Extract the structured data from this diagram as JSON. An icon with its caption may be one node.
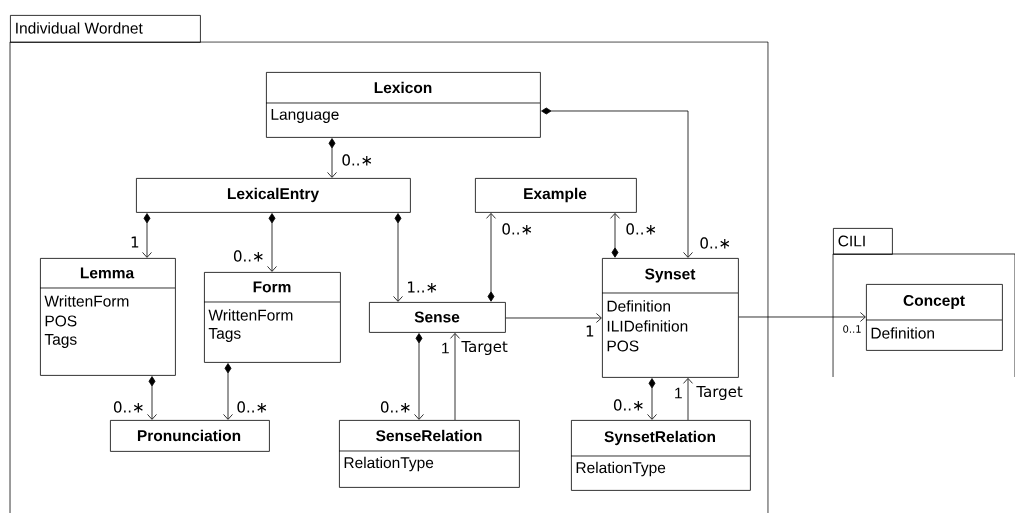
{
  "diagram": {
    "nodes": [
      {
        "text": [
          "Individual Wordnet"
        ]
      },
      {
        "text": [
          "Lexicon",
          "Language"
        ],
        "in": 0
      },
      {
        "text": [
          "LexicalEntry"
        ],
        "in": 0
      },
      {
        "text": [
          "Example"
        ],
        "in": 0
      },
      {
        "text": [
          "Lemma",
          "WrittenForm",
          "POS",
          "Tags"
        ],
        "in": 0
      },
      {
        "text": [
          "Form",
          "WrittenForm",
          "Tags"
        ],
        "in": 0
      },
      {
        "text": [
          "Sense"
        ],
        "in": 0
      },
      {
        "text": [
          "Synset",
          "Definition",
          "ILIDefinition",
          "POS"
        ],
        "in": 0
      },
      {
        "text": [
          "Pronunciation"
        ],
        "in": 0
      },
      {
        "text": [
          "SenseRelation",
          "RelationType"
        ],
        "in": 0
      },
      {
        "text": [
          "SynsetRelation",
          "RelationType"
        ],
        "in": 0
      },
      {
        "text": [
          "CILI"
        ]
      },
      {
        "text": [
          "Concept",
          "Definition"
        ],
        "in": 11
      }
    ],
    "edges": [
      {
        "from": 1,
        "to": 2,
        "arrow": "to",
        "label": "0..∗"
      },
      {
        "from": 1,
        "to": 7,
        "arrow": "to",
        "label": "0..∗"
      },
      {
        "from": 2,
        "to": 4,
        "arrow": "to",
        "label": "1"
      },
      {
        "from": 2,
        "to": 5,
        "arrow": "to",
        "label": "0..∗"
      },
      {
        "from": 2,
        "to": 6,
        "arrow": "to",
        "label": "1..∗"
      },
      {
        "from": 6,
        "to": 3,
        "arrow": "to",
        "label": "0..∗"
      },
      {
        "from": 7,
        "to": 3,
        "arrow": "to",
        "label": "0..∗"
      },
      {
        "from": 6,
        "to": 7,
        "arrow": "to",
        "label": "1"
      },
      {
        "from": 4,
        "to": 8,
        "arrow": "to",
        "label": "0..∗"
      },
      {
        "from": 5,
        "to": 8,
        "arrow": "to",
        "label": "0..∗"
      },
      {
        "from": 6,
        "to": 9,
        "arrow": "to",
        "label": "0..∗"
      },
      {
        "from": 9,
        "to": 6,
        "arrow": "to",
        "label": "Target"
      },
      {
        "from": 7,
        "to": 10,
        "arrow": "to",
        "label": "0..∗"
      },
      {
        "from": 10,
        "to": 7,
        "arrow": "to",
        "label": "Target"
      },
      {
        "from": 7,
        "to": 12,
        "arrow": "to",
        "label": "0..1"
      }
    ],
    "labels": [
      "1",
      "1"
    ]
  }
}
